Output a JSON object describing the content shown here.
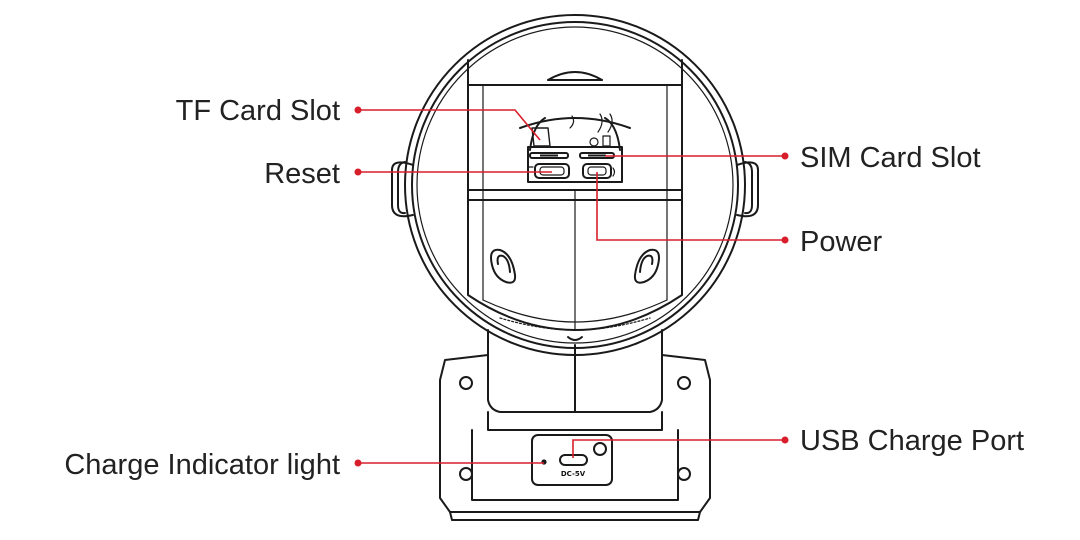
{
  "labels": {
    "tf_card_slot": "TF Card Slot",
    "reset": "Reset",
    "sim_card_slot": "SIM Card Slot",
    "power": "Power",
    "charge_indicator": "Charge Indicator light",
    "usb_charge_port": "USB Charge Port"
  },
  "port_text": "DC-5V",
  "colors": {
    "callout": "#d81e2a",
    "outline": "#1a1a1a",
    "text": "#222222"
  }
}
